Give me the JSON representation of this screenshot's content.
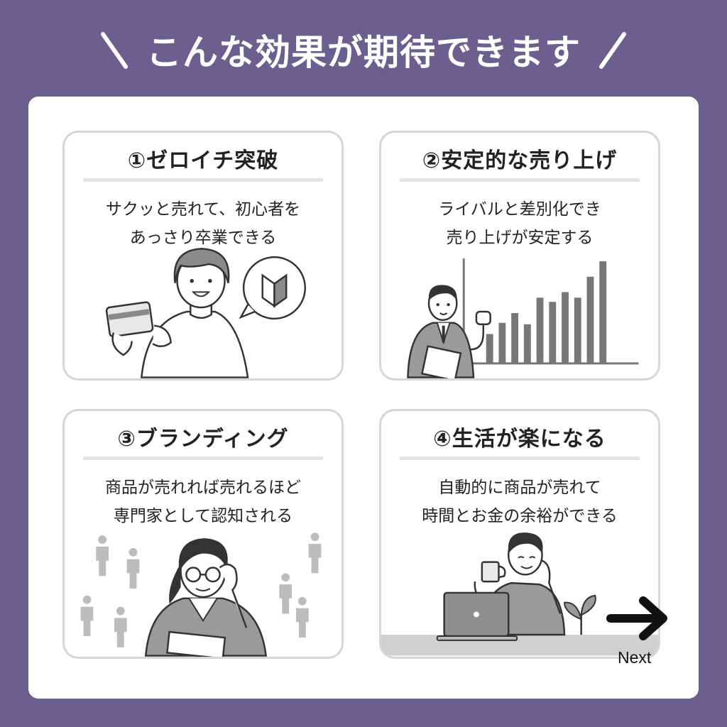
{
  "headline": "こんな効果が期待できます",
  "cards": [
    {
      "title": "①ゼロイチ突破",
      "lines": [
        "サクッと売れて、初心者を",
        "あっさり卒業できる"
      ]
    },
    {
      "title": "②安定的な売り上げ",
      "lines": [
        "ライバルと差別化でき",
        "売り上げが安定する"
      ]
    },
    {
      "title": "③ブランディング",
      "lines": [
        "商品が売れれば売れるほど",
        "専門家として認知される"
      ]
    },
    {
      "title": "④生活が楽になる",
      "lines": [
        "自動的に商品が売れて",
        "時間とお金の余裕ができる"
      ]
    }
  ],
  "next_label": "Next",
  "colors": {
    "background": "#6b5f8f",
    "panel": "#ffffff",
    "card_border": "#d6d6d6",
    "illustration_gray": "#8a8a8a"
  },
  "icons": [
    "beginner-mark-icon",
    "credit-card-icon",
    "bar-chart-icon",
    "laptop-icon",
    "coffee-cup-icon",
    "plant-icon",
    "arrow-right-icon"
  ]
}
